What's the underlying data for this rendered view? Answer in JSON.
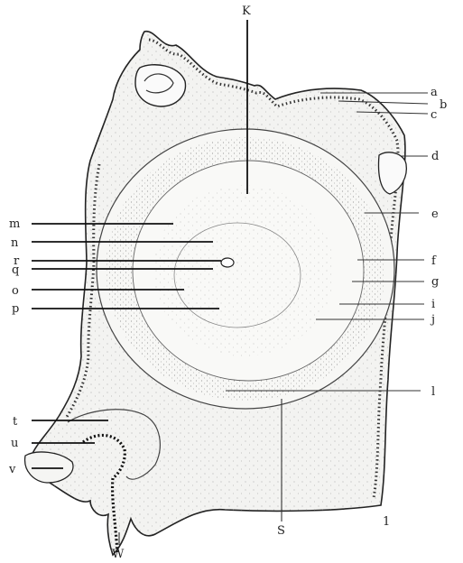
{
  "figure": {
    "number": "1",
    "colors": {
      "ink": "#222222",
      "tissue": "#f3f3f1",
      "paper": "#ffffff"
    },
    "labels": {
      "K": "K",
      "a": "a",
      "b": "b",
      "c": "c",
      "d": "d",
      "e": "e",
      "f": "f",
      "g": "g",
      "i": "i",
      "j": "j",
      "l": "l",
      "m": "m",
      "n": "n",
      "r": "r",
      "q": "q",
      "o": "o",
      "p": "p",
      "t": "t",
      "u": "u",
      "v": "v",
      "S": "S",
      "W": "W"
    }
  }
}
